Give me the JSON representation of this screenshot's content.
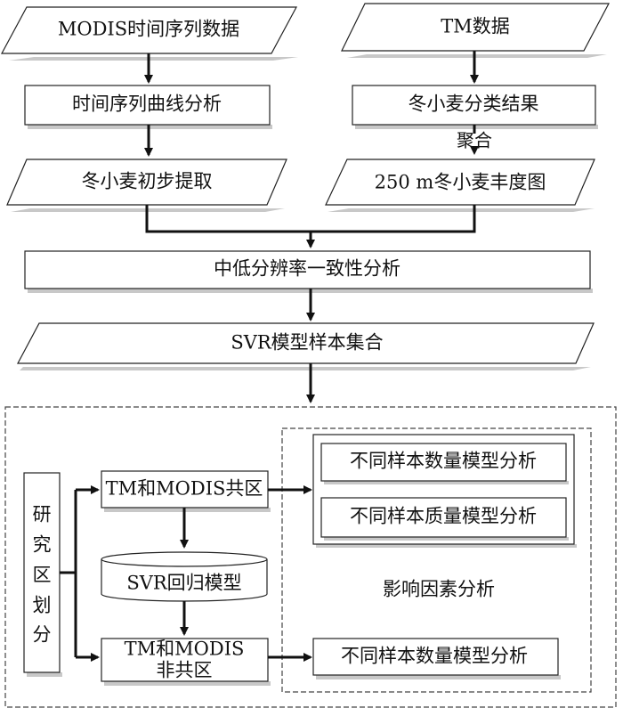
{
  "nodes": {
    "modis_data": "MODIS时间序列数据",
    "time_series_analysis": "时间序列曲线分析",
    "wheat_initial_extraction": "冬小麦初步提取",
    "tm_data": "TM数据",
    "wheat_classification": "冬小麦分类结果",
    "aggregation_label": "聚合",
    "abundance_map": "250 m冬小麦丰度图",
    "consistency_analysis": "中低分辨率一致性分析",
    "svr_sample_set": "SVR模型样本集合",
    "study_area_division": [
      "研",
      "究",
      "区",
      "划",
      "分"
    ],
    "common_area": "TM和MODIS共区",
    "svr_regression": "SVR回归模型",
    "non_common_area_line1": "TM和MODIS",
    "non_common_area_line2": "非共区",
    "sample_quantity_analysis": "不同样本数量模型分析",
    "sample_quality_analysis": "不同样本质量模型分析",
    "factor_analysis": "影响因素分析",
    "sample_quantity_analysis_2": "不同样本数量模型分析"
  }
}
